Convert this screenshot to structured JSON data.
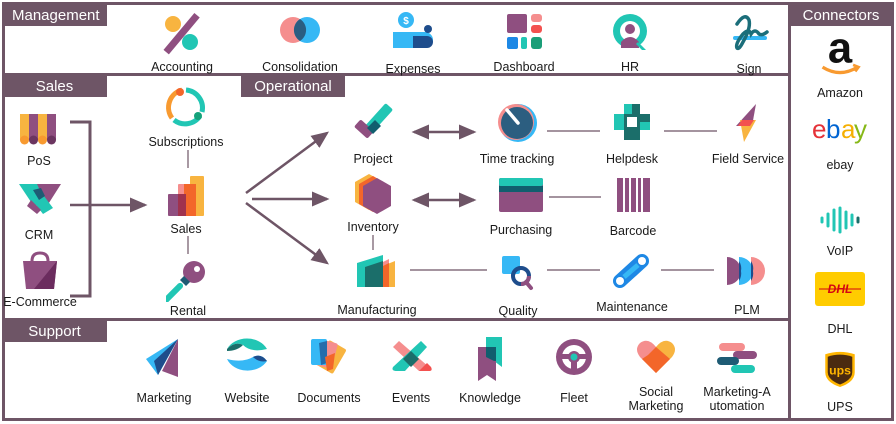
{
  "sections": {
    "management": {
      "title": "Management",
      "apps": [
        {
          "label": "Accounting",
          "icon": "accounting-icon"
        },
        {
          "label": "Consolidation",
          "icon": "consolidation-icon"
        },
        {
          "label": "Expenses",
          "icon": "expenses-icon"
        },
        {
          "label": "Dashboard",
          "icon": "dashboard-icon"
        },
        {
          "label": "HR",
          "icon": "hr-icon"
        },
        {
          "label": "Sign",
          "icon": "sign-icon"
        }
      ]
    },
    "sales": {
      "title": "Sales",
      "apps": [
        {
          "label": "PoS",
          "icon": "pos-icon"
        },
        {
          "label": "CRM",
          "icon": "crm-icon"
        },
        {
          "label": "E-Commerce",
          "icon": "ecommerce-icon"
        },
        {
          "label": "Subscriptions",
          "icon": "subscriptions-icon"
        },
        {
          "label": "Sales",
          "icon": "sales-icon"
        },
        {
          "label": "Rental",
          "icon": "rental-icon"
        }
      ]
    },
    "operational": {
      "title": "Operational",
      "apps": [
        {
          "label": "Project",
          "icon": "project-icon"
        },
        {
          "label": "Time tracking",
          "icon": "time-tracking-icon"
        },
        {
          "label": "Helpdesk",
          "icon": "helpdesk-icon"
        },
        {
          "label": "Field Service",
          "icon": "field-service-icon"
        },
        {
          "label": "Inventory",
          "icon": "inventory-icon"
        },
        {
          "label": "Purchasing",
          "icon": "purchasing-icon"
        },
        {
          "label": "Barcode",
          "icon": "barcode-icon"
        },
        {
          "label": "Manufacturing",
          "icon": "manufacturing-icon"
        },
        {
          "label": "Quality",
          "icon": "quality-icon"
        },
        {
          "label": "Maintenance",
          "icon": "maintenance-icon"
        },
        {
          "label": "PLM",
          "icon": "plm-icon"
        }
      ]
    },
    "support": {
      "title": "Support",
      "apps": [
        {
          "label": "Marketing",
          "icon": "marketing-icon"
        },
        {
          "label": "Website",
          "icon": "website-icon"
        },
        {
          "label": "Documents",
          "icon": "documents-icon"
        },
        {
          "label": "Events",
          "icon": "events-icon"
        },
        {
          "label": "Knowledge",
          "icon": "knowledge-icon"
        },
        {
          "label": "Fleet",
          "icon": "fleet-icon"
        },
        {
          "label": "Social Marketing",
          "icon": "social-marketing-icon"
        },
        {
          "label": "Marketing-Automation",
          "icon": "marketing-automation-icon"
        }
      ]
    },
    "connectors": {
      "title": "Connectors",
      "items": [
        {
          "label": "Amazon",
          "icon": "amazon-logo-icon"
        },
        {
          "label": "ebay",
          "icon": "ebay-logo-icon"
        },
        {
          "label": "VoIP",
          "icon": "voip-icon"
        },
        {
          "label": "DHL",
          "icon": "dhl-logo-icon"
        },
        {
          "label": "UPS",
          "icon": "ups-logo-icon"
        }
      ]
    }
  },
  "logo_text": {
    "amazon": "a",
    "ebay": [
      "e",
      "b",
      "a",
      "y"
    ],
    "dhl": "DHL",
    "ups": "ups"
  },
  "colors": {
    "frame": "#6e5566",
    "purple": "#8f4f80",
    "teal": "#21c6b4",
    "darkteal": "#1b6e6a",
    "orange": "#f8b440",
    "red": "#f3514f",
    "pink": "#f58e8e",
    "blue": "#36b8f5",
    "navy": "#1e4d8c"
  }
}
